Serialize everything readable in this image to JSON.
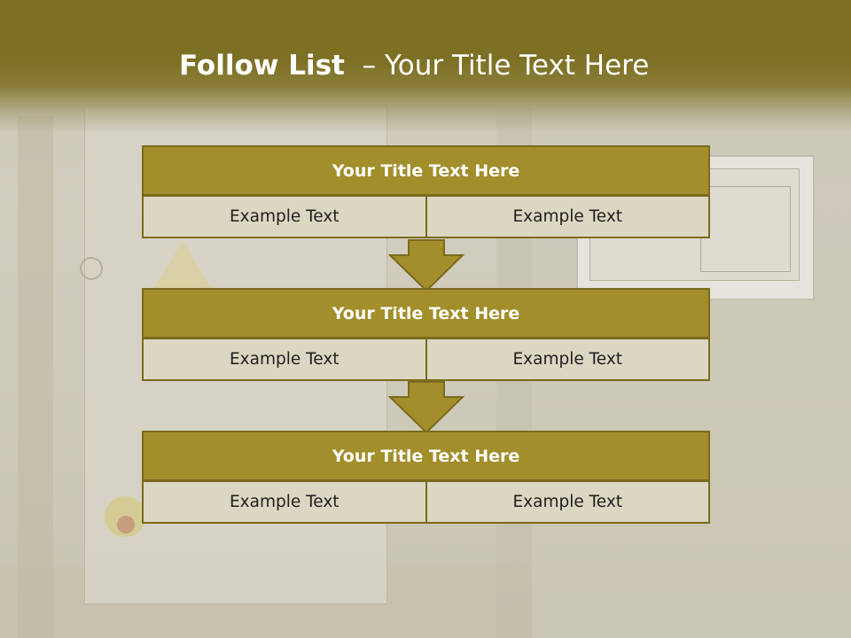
{
  "slide": {
    "title_bold": "Follow List",
    "title_rest": "– Your Title Text Here"
  },
  "blocks": [
    {
      "title": "Your Title Text Here",
      "cells": [
        "Example Text",
        "Example Text"
      ]
    },
    {
      "title": "Your Title Text Here",
      "cells": [
        "Example Text",
        "Example Text"
      ]
    },
    {
      "title": "Your Title Text Here",
      "cells": [
        "Example Text",
        "Example Text"
      ]
    }
  ],
  "colors": {
    "header": "#7b6e1f",
    "title_bar": "#a28e2b",
    "border": "#7a6b1c",
    "cell_fill": "#dcd7c2",
    "arrow_fill": "#a28e2b"
  }
}
